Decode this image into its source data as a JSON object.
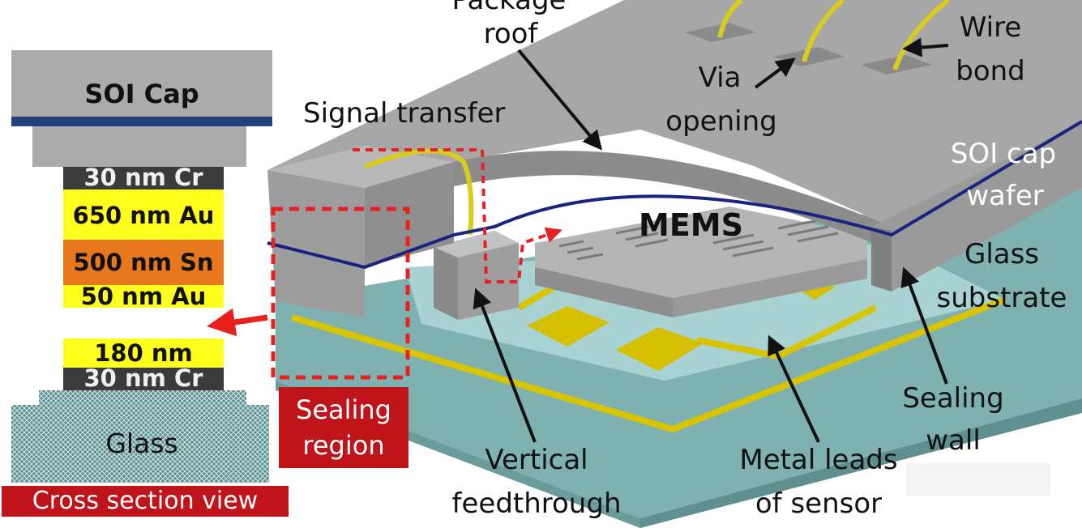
{
  "cross_section": {
    "cap": "SOI Cap",
    "layers": [
      "30 nm Cr",
      "650 nm Au",
      "500 nm Sn",
      "50 nm Au",
      "180 nm",
      "30 nm Cr"
    ],
    "substrate": "Glass",
    "title": "Cross section view"
  },
  "labels": {
    "package_roof": "Package roof",
    "package_roof_line1": "Package",
    "package_roof_line2": "roof",
    "signal_transfer": "Signal transfer",
    "via_opening_line1": "Via",
    "via_opening_line2": "opening",
    "wire_bond_line1": "Wire",
    "wire_bond_line2": "bond",
    "mems": "MEMS",
    "soi_cap_wafer_line1": "SOI cap",
    "soi_cap_wafer_line2": "wafer",
    "glass_substrate_line1": "Glass",
    "glass_substrate_line2": "substrate",
    "sealing_wall_line1": "Sealing",
    "sealing_wall_line2": "wall",
    "sealing_region_line1": "Sealing",
    "sealing_region_line2": "region",
    "vertical_feedthrough_line1": "Vertical",
    "vertical_feedthrough_line2": "feedthrough",
    "metal_leads_line1": "Metal leads",
    "metal_leads_line2": "of sensor"
  },
  "colors": {
    "cap_gray": "#a8a8a8",
    "bond_blue": "#243c7c",
    "chromium": "#3a3a3a",
    "gold": "#ffff1e",
    "tin": "#e8781e",
    "glass_teal": "#84b8b8",
    "seal_red": "#e8201e",
    "badge_red": "#c0141b"
  }
}
